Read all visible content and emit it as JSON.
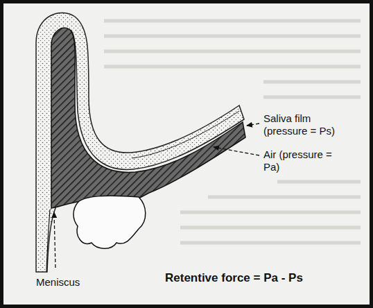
{
  "diagram": {
    "labels": [
      "Saliva film (pressure = Ps)",
      "Air (pressure = Pa)",
      "Meniscus",
      "Retentive force = Pa - Ps"
    ]
  }
}
